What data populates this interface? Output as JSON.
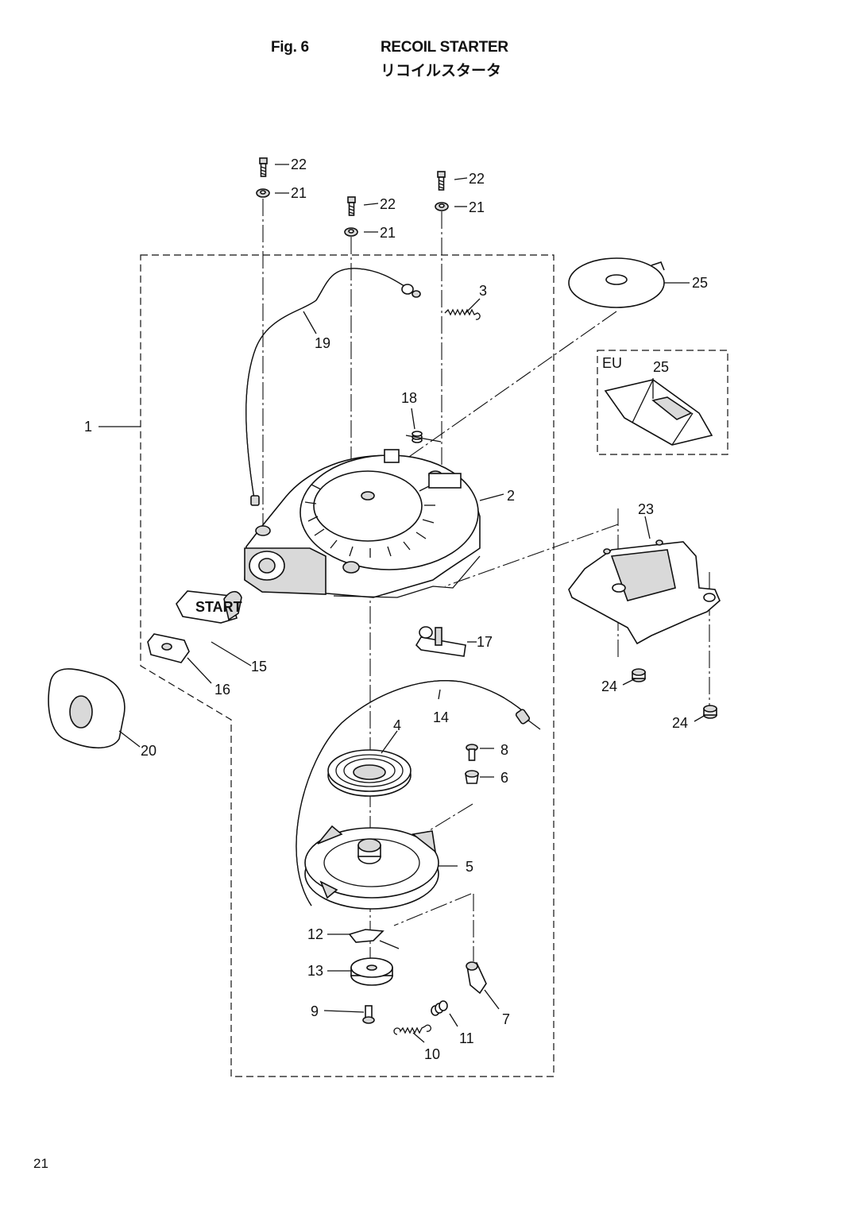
{
  "header": {
    "fig_no": "Fig. 6",
    "title_en": "RECOIL STARTER",
    "title_jp": "リコイルスタータ"
  },
  "callouts": [
    "1",
    "2",
    "3",
    "4",
    "5",
    "6",
    "7",
    "8",
    "9",
    "10",
    "11",
    "12",
    "13",
    "14",
    "15",
    "16",
    "17",
    "18",
    "19",
    "20",
    "21",
    "22",
    "23",
    "24",
    "25"
  ],
  "labels": {
    "p1": "1",
    "p2": "2",
    "p3": "3",
    "p4": "4",
    "p5": "5",
    "p6": "6",
    "p7": "7",
    "p8": "8",
    "p9": "9",
    "p10": "10",
    "p11": "11",
    "p12": "12",
    "p13": "13",
    "p14": "14",
    "p15": "15",
    "p16": "16",
    "p17": "17",
    "p18": "18",
    "p19": "19",
    "p20": "20",
    "p21a": "21",
    "p21b": "21",
    "p21c": "21",
    "p22a": "22",
    "p22b": "22",
    "p22c": "22",
    "p23": "23",
    "p24a": "24",
    "p24b": "24",
    "p25a": "25",
    "p25b": "25",
    "eu": "EU",
    "handle_text": "START"
  },
  "page_number": "21"
}
